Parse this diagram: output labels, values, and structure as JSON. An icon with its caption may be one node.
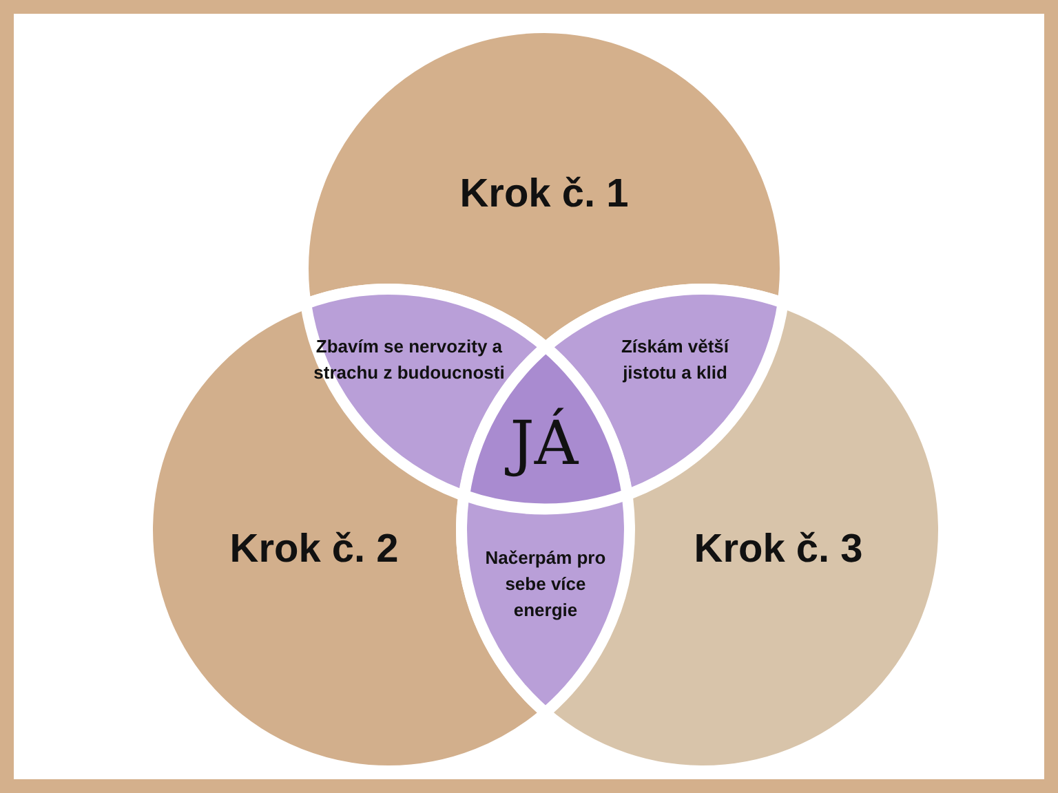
{
  "diagram": {
    "nodes": [
      {
        "text": [
          "Krok č. 1"
        ]
      },
      {
        "text": [
          "Krok č. 2"
        ]
      },
      {
        "text": [
          "Krok č. 3"
        ]
      },
      {
        "text": [
          "Zbavím se nervozity a strachu z budoucnosti"
        ]
      },
      {
        "text": [
          "Získám větší jistotu a klid"
        ]
      },
      {
        "text": [
          "JÁ"
        ]
      },
      {
        "text": [
          "Načerpám pro sebe více energie"
        ]
      }
    ]
  }
}
